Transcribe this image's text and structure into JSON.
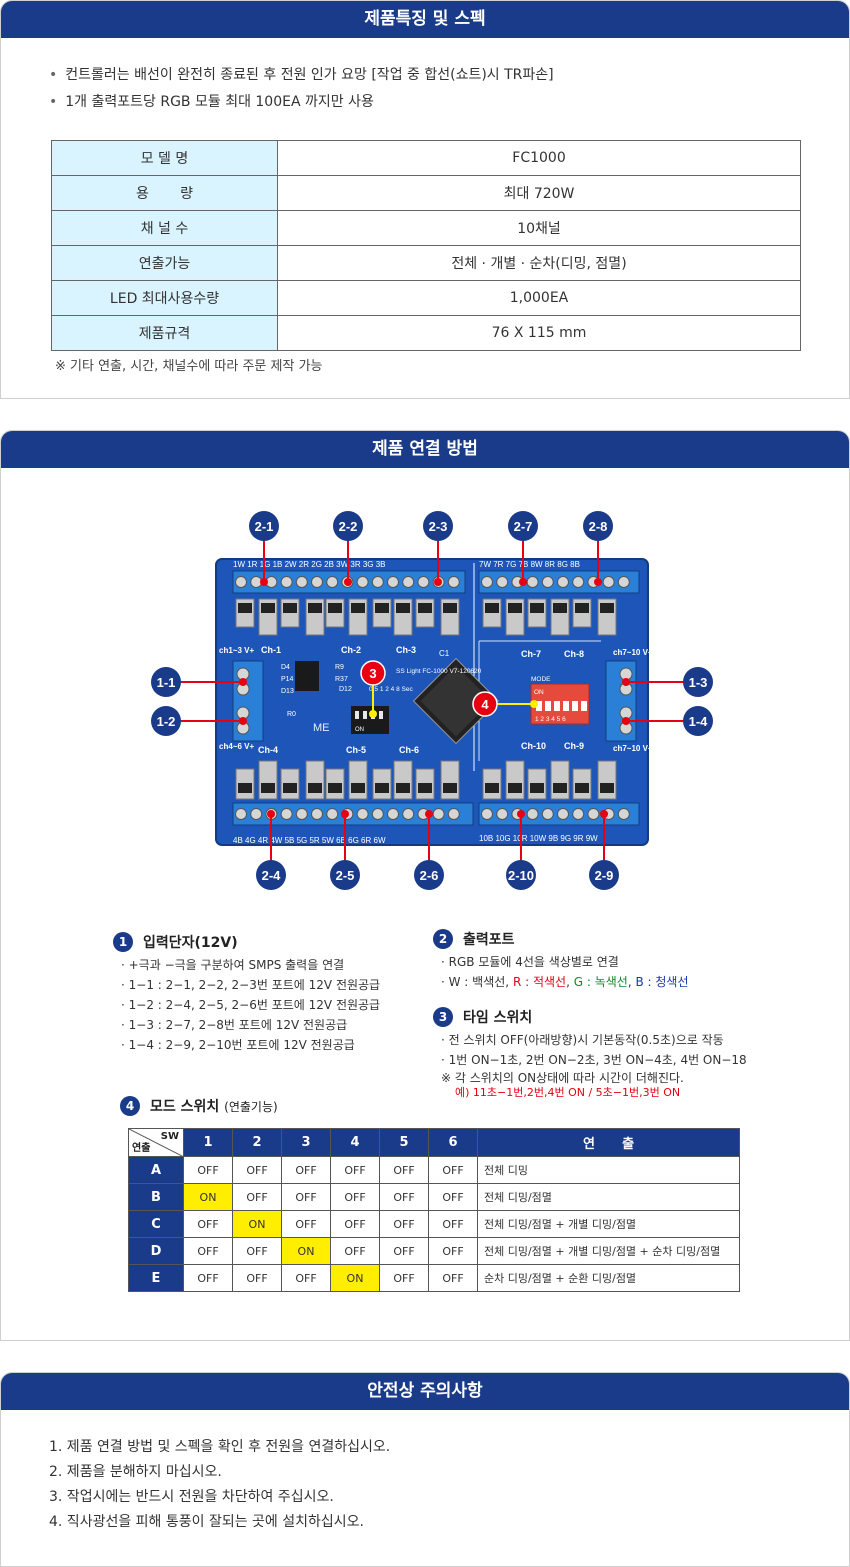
{
  "features": {
    "title": "제품특징 및 스펙",
    "bullets": [
      "컨트롤러는 배선이 완전히 종료된 후 전원 인가 요망 [작업 중 합선(쇼트)시 TR파손]",
      "1개 출력포트당 RGB 모듈 최대 100EA 까지만 사용"
    ],
    "spec": [
      {
        "key": "모 델 명",
        "value": "FC1000"
      },
      {
        "key": "용       량",
        "value": "최대 720W"
      },
      {
        "key": "채 널 수",
        "value": "10채널"
      },
      {
        "key": "연출가능",
        "value": "전체 · 개별 · 순차(디밍, 점멸)"
      },
      {
        "key": "LED 최대사용수량",
        "value": "1,000EA"
      },
      {
        "key": "제품규격",
        "value": "76 X 115 mm"
      }
    ],
    "note": "※ 기타 연출, 시간, 채널수에 따라 주문 제작 가능"
  },
  "connection": {
    "title": "제품 연결 방법",
    "top_labels": [
      "2-1",
      "2-2",
      "2-3",
      "2-7",
      "2-8"
    ],
    "bottom_labels": [
      "2-4",
      "2-5",
      "2-6",
      "2-10",
      "2-9"
    ],
    "left_labels": [
      "1-1",
      "1-2"
    ],
    "right_labels": [
      "1-3",
      "1-4"
    ],
    "marker3": "3",
    "marker4": "4",
    "board_text": {
      "top_terminals": "1W 1R 1G 1B 2W 2R 2G 2B 3W 3R 3G 3B",
      "top_terminals_right": "7W 7R 7G 7B 8W 8R 8G 8B",
      "bottom_terminals": "4B 4G 4R 4W 5B 5G 5R 5W 6B 6G 6R 6W",
      "bottom_terminals_right": "10B 10G 10R 10W 9B 9G 9R 9W",
      "ch_top": [
        "Ch-1",
        "Ch-2",
        "Ch-3",
        "Ch-7",
        "Ch-8"
      ],
      "ch_bottom": [
        "Ch-4",
        "Ch-5",
        "Ch-6",
        "Ch-10",
        "Ch-9"
      ],
      "pwr_left_top": "ch1~3 V+",
      "pwr_left_bot": "ch4~6 V+",
      "pwr_right_top": "ch7~10 V+",
      "pwr_right_bot": "ch7~10 V+",
      "brand": "SS Light FC-1000 V7-120620",
      "parts": [
        "D4",
        "P14",
        "D13",
        "R9",
        "R37",
        "D12",
        "C1",
        "R0"
      ],
      "timer_scale": "0.5  1  2  4  8 Sec",
      "mode_label": "MODE",
      "on_label": "ON",
      "sw_numbers": "1 2 3 4 5 6",
      "me_label": "ME"
    },
    "legend1": {
      "num": "1",
      "title": "입력단자(12V)",
      "lines": [
        "· +극과 −극을 구분하여 SMPS 출력을 연결",
        "· 1−1 : 2−1, 2−2, 2−3번 포트에 12V 전원공급",
        "· 1−2 : 2−4, 2−5, 2−6번 포트에 12V 전원공급",
        "· 1−3 : 2−7, 2−8번 포트에 12V 전원공급",
        "· 1−4 : 2−9, 2−10번 포트에 12V 전원공급"
      ]
    },
    "legend2": {
      "num": "2",
      "title": "출력포트",
      "line1": "· RGB 모듈에 4선을 색상별로 연결",
      "w": "· W : 백색선,",
      "r": "R : 적색선",
      "g": "G : 녹색선",
      "b": "B : 청색선"
    },
    "legend3": {
      "num": "3",
      "title": "타임 스위치",
      "lines": [
        "· 전 스위치 OFF(아래방향)시 기본동작(0.5초)으로 작동",
        "· 1번 ON−1초, 2번 ON−2초, 3번 ON−4초, 4번 ON−18"
      ],
      "note": "※ 각 스위치의 ON상태에 따라 시간이 더해진다.",
      "example": "예) 11초−1번,2번,4번 ON / 5초−1번,3번 ON"
    },
    "legend4": {
      "num": "4",
      "title": "모드 스위치",
      "subtitle": "(연출기능)"
    },
    "mode_table": {
      "corner_sw": "SW",
      "corner_mode": "연출",
      "columns": [
        "1",
        "2",
        "3",
        "4",
        "5",
        "6"
      ],
      "effect_header": "연      출",
      "rows": [
        {
          "mode": "A",
          "cells": [
            "OFF",
            "OFF",
            "OFF",
            "OFF",
            "OFF",
            "OFF"
          ],
          "on": -1,
          "desc": "전체 디밍"
        },
        {
          "mode": "B",
          "cells": [
            "ON",
            "OFF",
            "OFF",
            "OFF",
            "OFF",
            "OFF"
          ],
          "on": 0,
          "desc": "전체 디밍/점멸"
        },
        {
          "mode": "C",
          "cells": [
            "OFF",
            "ON",
            "OFF",
            "OFF",
            "OFF",
            "OFF"
          ],
          "on": 1,
          "desc": "전체 디밍/점멸 + 개별 디밍/점멸"
        },
        {
          "mode": "D",
          "cells": [
            "OFF",
            "OFF",
            "ON",
            "OFF",
            "OFF",
            "OFF"
          ],
          "on": 2,
          "desc": "전체 디밍/점멸 + 개별 디밍/점멸 + 순차 디밍/점멸"
        },
        {
          "mode": "E",
          "cells": [
            "OFF",
            "OFF",
            "OFF",
            "ON",
            "OFF",
            "OFF"
          ],
          "on": 3,
          "desc": "순차 디밍/점멸 + 순환 디밍/점멸"
        }
      ]
    }
  },
  "safety": {
    "title": "안전상 주의사항",
    "items": [
      "1. 제품 연결 방법 및 스펙을 확인 후 전원을 연결하십시오.",
      "2. 제품을 분해하지 마십시오.",
      "3. 작업시에는 반드시 전원을 차단하여 주십시오.",
      "4. 직사광선을 피해 통풍이 잘되는 곳에 설치하십시오."
    ]
  },
  "colors": {
    "header_blue": "#1a3a8a",
    "board_blue": "#1d56b8",
    "terminal_blue": "#2a7fd6",
    "marker_red": "#e60012",
    "marker_yellow": "#ffee00",
    "spec_key_bg": "#d9f3ff"
  }
}
